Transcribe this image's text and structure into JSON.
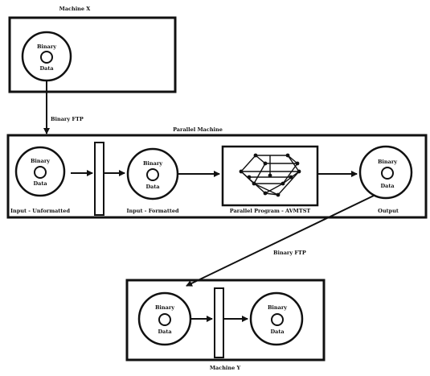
{
  "labels": {
    "machine_x": "Machine X",
    "parallel_machine": "Parallel Machine",
    "machine_y": "Machine Y",
    "ftp_top": "Binary FTP",
    "ftp_bottom": "Binary FTP",
    "input_unformatted": "Input - Unformatted",
    "input_formatted": "Input - Formatted",
    "parallel_program": "Parallel Program - AVMTST",
    "output": "Output"
  },
  "disk": {
    "top_text": "Binary",
    "bottom_text": "Data"
  },
  "colors": {
    "ink": "#111111",
    "paper": "#ffffff"
  }
}
